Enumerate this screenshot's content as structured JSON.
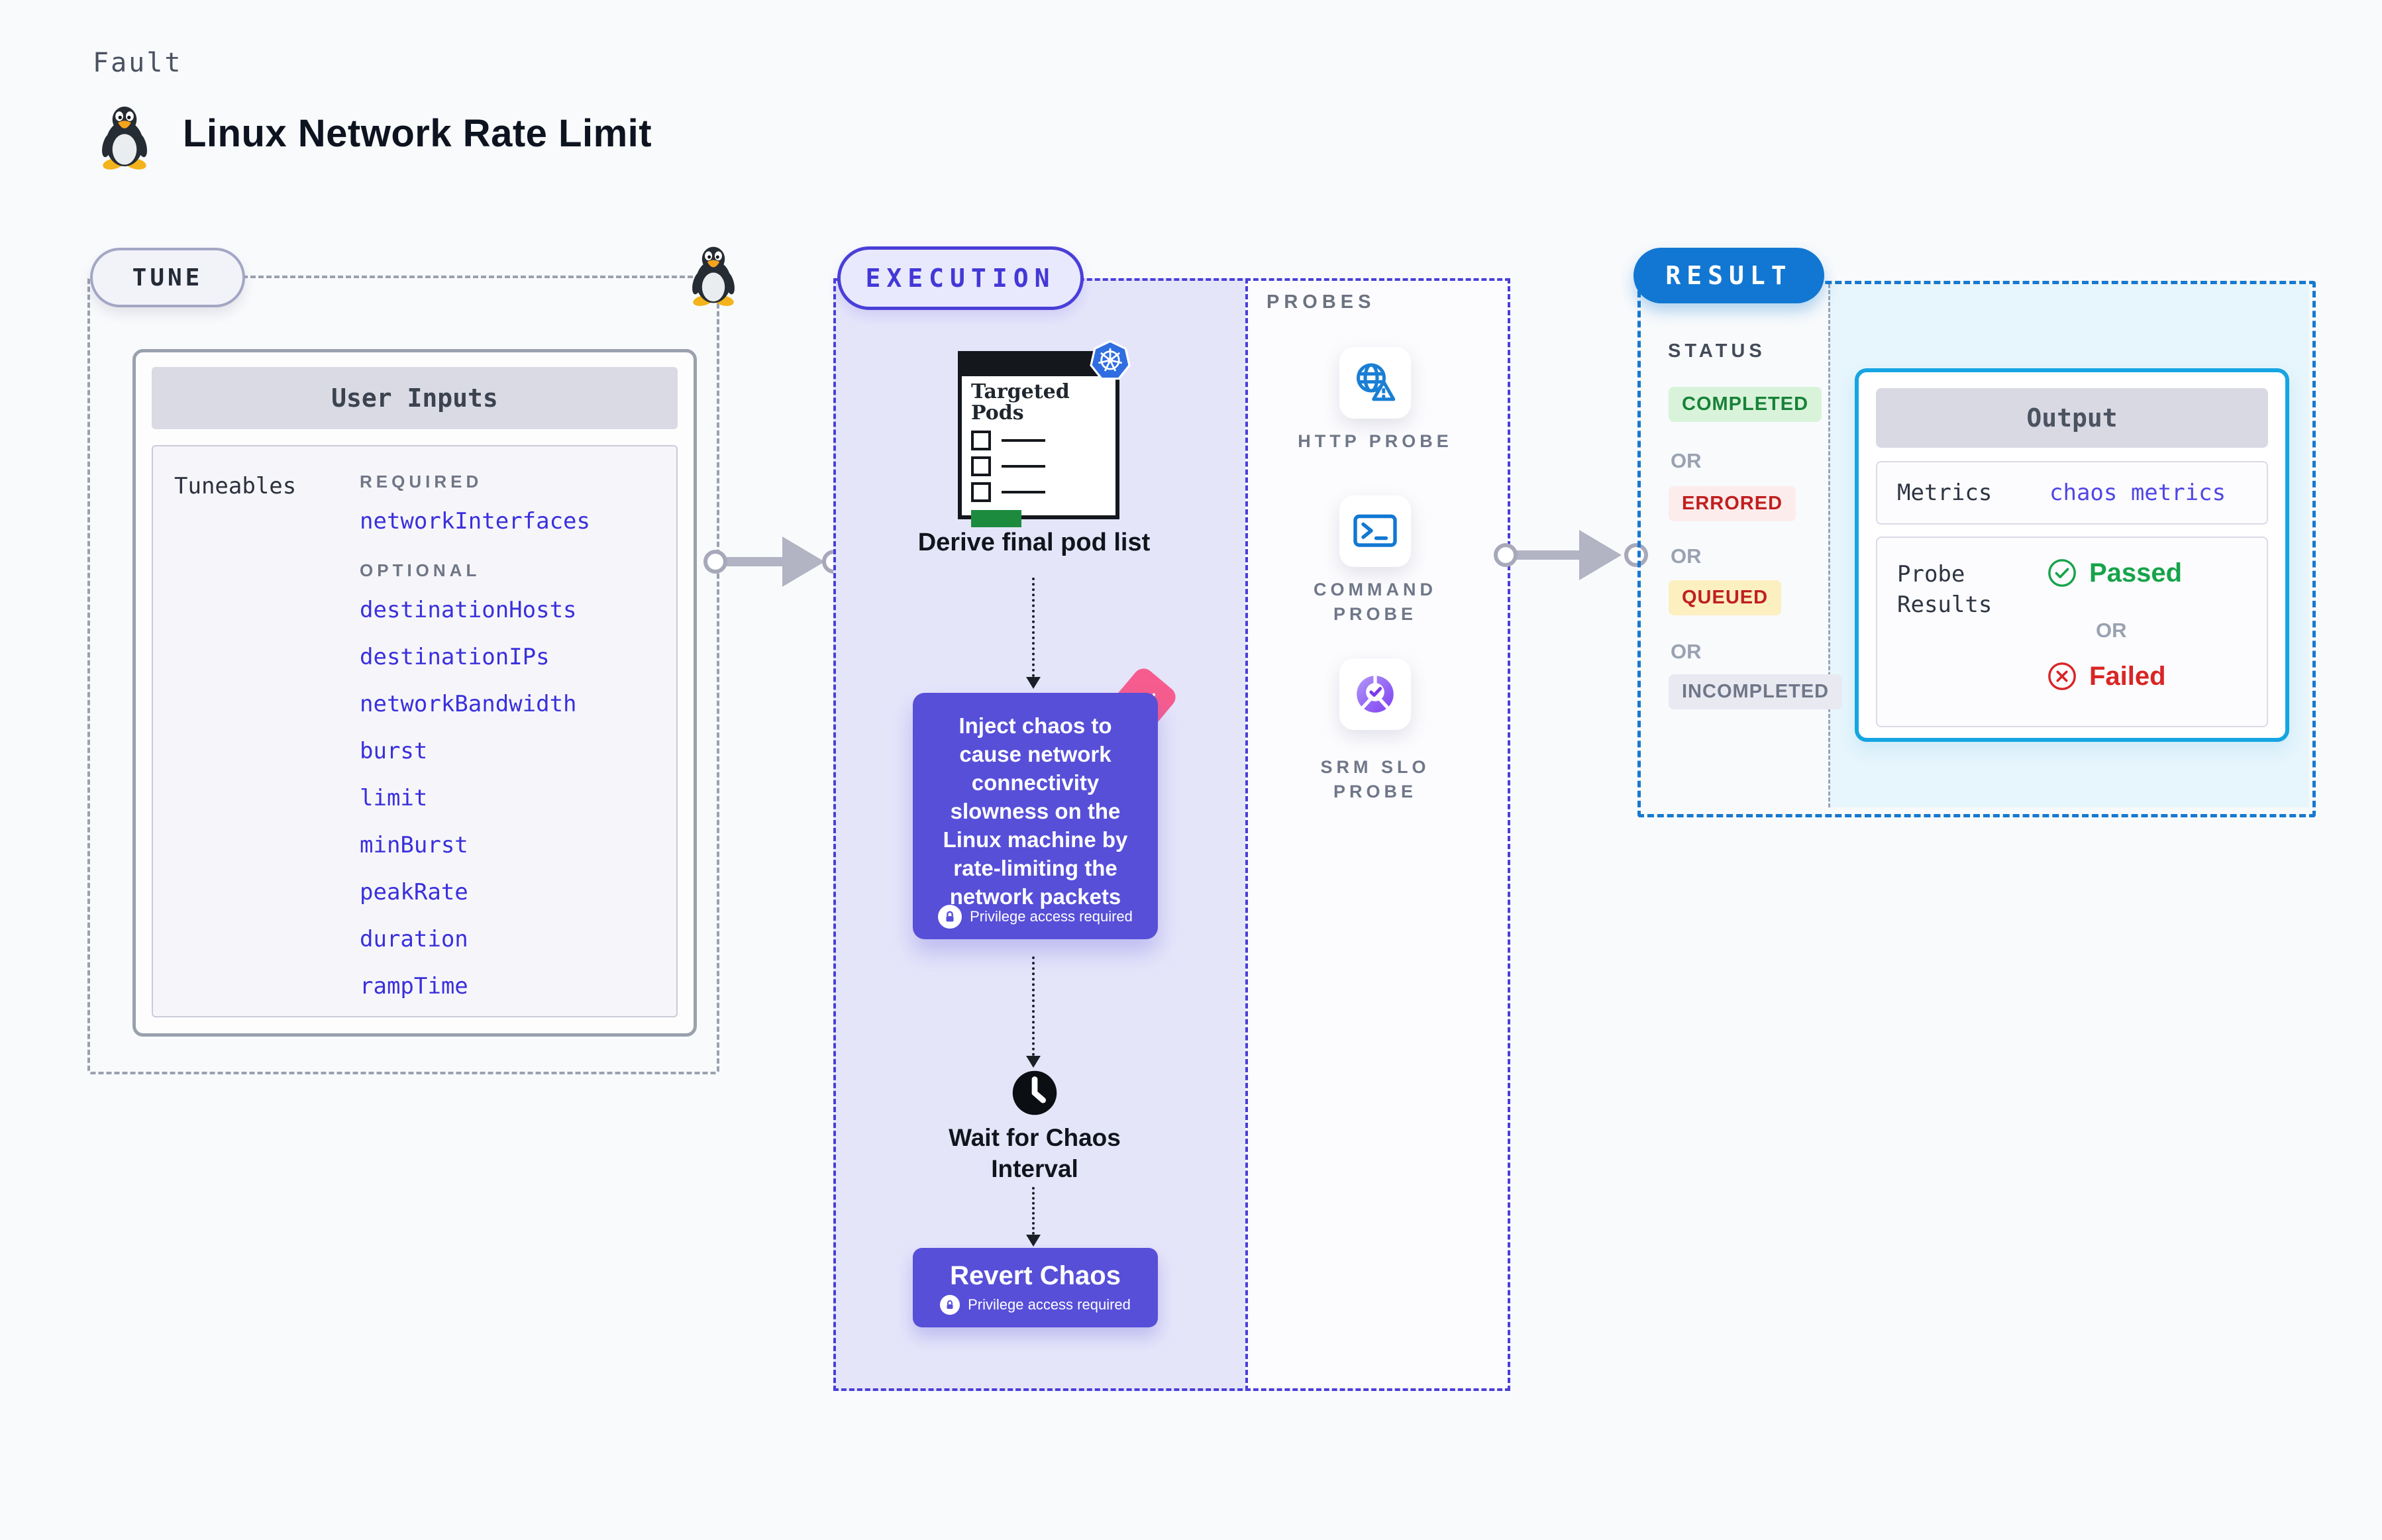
{
  "page": {
    "kind_label": "Fault",
    "title": "Linux Network Rate Limit"
  },
  "colors": {
    "background": "#F8FAFC",
    "accent_indigo": "#4A3FD8",
    "chaos_purple": "#574FD8",
    "result_blue": "#1277D2",
    "output_border": "#15A5E2",
    "link_indigo": "#3A30DC",
    "completed_green": "#178238",
    "errored_red": "#C01F1F",
    "queued_bg": "#FCEFC0",
    "incompleted_gray": "#6F7789",
    "k8s_blue": "#2F6DE0",
    "pink_badge": "#F65D8E",
    "tux_orange": "#F6A41C",
    "pods_button_green": "#1D8B3E"
  },
  "tune": {
    "section_label": "TUNE",
    "card_title": "User Inputs",
    "group_label": "Tuneables",
    "required_label": "REQUIRED",
    "optional_label": "OPTIONAL",
    "required_items": [
      "networkInterfaces"
    ],
    "optional_items": [
      "destinationHosts",
      "destinationIPs",
      "networkBandwidth",
      "burst",
      "limit",
      "minBurst",
      "peakRate",
      "duration",
      "rampTime"
    ]
  },
  "execution": {
    "section_label": "EXECUTION",
    "targeted_pods_label": "Targeted Pods",
    "derive_label": "Derive final pod list",
    "inject_text": "Inject chaos to cause network connectivity slowness on the Linux machine by rate-limiting the network packets",
    "privilege_label": "Privilege access required",
    "wait_label": "Wait for Chaos Interval",
    "revert_label": "Revert Chaos",
    "revert_privilege_label": "Privilege access required"
  },
  "probes": {
    "section_label": "PROBES",
    "items": [
      {
        "label": "HTTP PROBE",
        "icon": "globe-warning-icon"
      },
      {
        "label": "COMMAND PROBE",
        "icon": "terminal-icon"
      },
      {
        "label": "SRM SLO PROBE",
        "icon": "slo-gauge-icon"
      }
    ]
  },
  "result": {
    "section_label": "RESULT",
    "status_label": "STATUS",
    "or_label_1": "OR",
    "or_label_2": "OR",
    "or_label_3": "OR",
    "statuses": [
      "COMPLETED",
      "ERRORED",
      "QUEUED",
      "INCOMPLETED"
    ],
    "output": {
      "title": "Output",
      "metrics_label": "Metrics",
      "metrics_value": "chaos metrics",
      "probe_results_label": "Probe Results",
      "passed_label": "Passed",
      "or_label": "OR",
      "failed_label": "Failed"
    }
  }
}
